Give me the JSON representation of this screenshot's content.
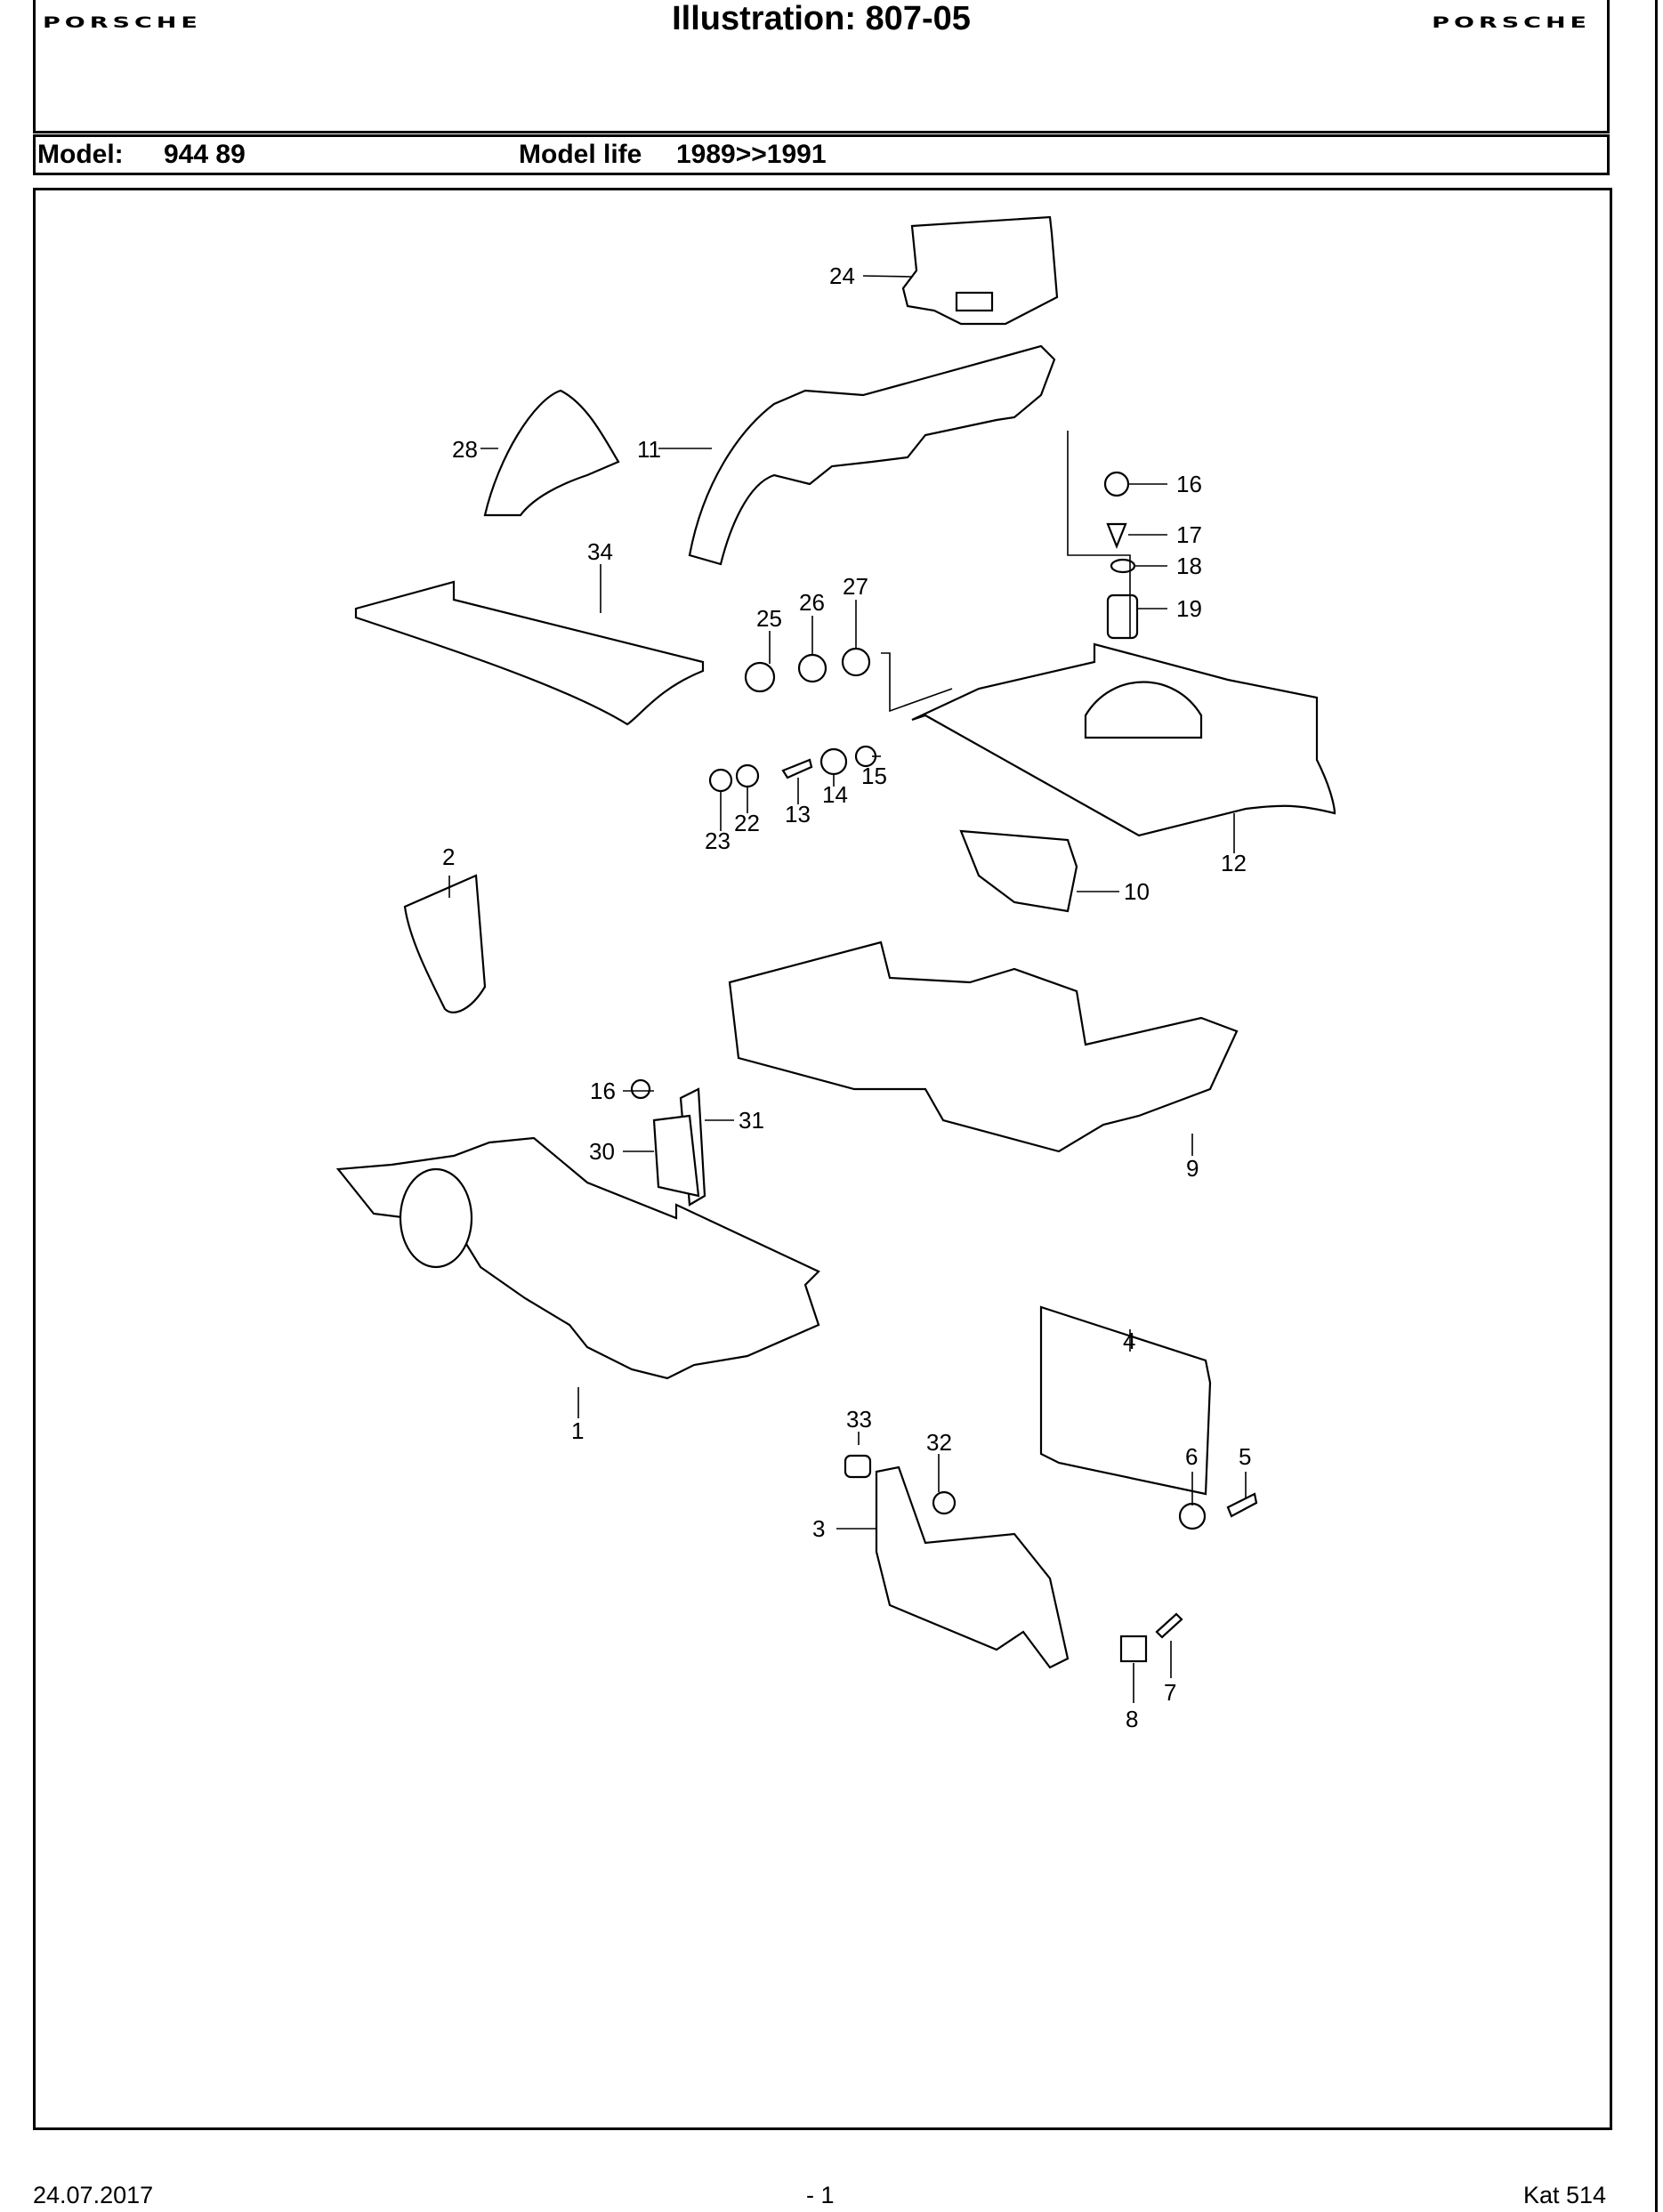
{
  "header": {
    "brand_left": "PORSCHE",
    "title": "Illustration: 807-05",
    "brand_right": "PORSCHE"
  },
  "model_bar": {
    "model_label": "Model:",
    "model_value": "944 89",
    "life_label": "Model life",
    "life_value": "1989>>1991"
  },
  "callouts": [
    "24",
    "16",
    "17",
    "18",
    "19",
    "28",
    "11",
    "34",
    "25",
    "26",
    "27",
    "13",
    "14",
    "15",
    "23",
    "22",
    "12",
    "10",
    "2",
    "9",
    "16",
    "31",
    "30",
    "1",
    "4",
    "6",
    "5",
    "33",
    "32",
    "3",
    "7",
    "8"
  ],
  "footer": {
    "date": "24.07.2017",
    "page": "- 1",
    "catalog": "Kat 514"
  }
}
